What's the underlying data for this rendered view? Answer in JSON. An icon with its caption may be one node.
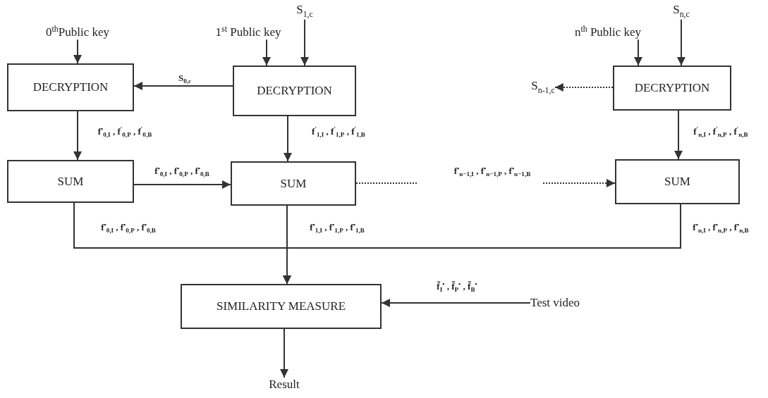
{
  "diagram": {
    "nodes": [
      {
        "text": [
          "0$^{th}$Public key"
        ]
      },
      {
        "text": [
          "1$^{st}$ Public key"
        ]
      },
      {
        "text": [
          "S$_{1,c}$"
        ]
      },
      {
        "text": [
          "n$^{th}$ Public key"
        ]
      },
      {
        "text": [
          "S$_{n,c}$"
        ]
      },
      {
        "text": [
          "DECRYPTION"
        ]
      },
      {
        "text": [
          "DECRYPTION"
        ]
      },
      {
        "text": [
          "S$_{n-1,c}$"
        ]
      },
      {
        "text": [
          "DECRYPTION"
        ]
      },
      {
        "text": [
          "SUM"
        ]
      },
      {
        "text": [
          "SUM"
        ]
      },
      {
        "text": [
          "SUM"
        ]
      },
      {
        "text": [
          "SIMILARITY MEASURE"
        ]
      },
      {
        "text": [
          "Test video"
        ]
      },
      {
        "text": [
          "Result"
        ]
      }
    ],
    "edges": [
      {
        "from": 0,
        "to": 5,
        "arrow": "to"
      },
      {
        "from": 1,
        "to": 6,
        "arrow": "to"
      },
      {
        "from": 2,
        "to": 6,
        "arrow": "to"
      },
      {
        "from": 3,
        "to": 8,
        "arrow": "to"
      },
      {
        "from": 4,
        "to": 8,
        "arrow": "to"
      },
      {
        "from": 6,
        "to": 5,
        "arrow": "to",
        "label": "S$_{0,c}$"
      },
      {
        "from": 8,
        "to": 7,
        "arrow": "to",
        "style": "dashed"
      },
      {
        "from": 5,
        "to": 9,
        "arrow": "to",
        "label": "f$^{•}$$_{0,I}$ , f$^{′}$$_{0,P}$ , f$^{′}$$_{0,B}$"
      },
      {
        "from": 6,
        "to": 10,
        "arrow": "to",
        "label": "f$^{′}$$_{1,I}$ , f$^{′}$$_{1,P}$ , f$^{′}$$_{1,B}$"
      },
      {
        "from": 8,
        "to": 11,
        "arrow": "to",
        "label": "f$^{′}$$_{n,I}$ , f$^{′}$$_{n,P}$ , f$^{′}$$_{n,B}$"
      },
      {
        "from": 9,
        "to": 10,
        "arrow": "to",
        "label": "f$^{•}$$_{0,I}$ , f$^{•}$$_{0,P}$ , f$^{•}$$_{0,B}$"
      },
      {
        "from": 10,
        "to": null,
        "arrow": "none",
        "style": "dashed"
      },
      {
        "from": null,
        "to": 11,
        "arrow": "to",
        "style": "dashed",
        "label": "f$^{•}$$_{n−1,I}$ , f$^{•}$$_{n−1,P}$ , f$^{•}$$_{n−1,B}$"
      },
      {
        "from": 9,
        "to": 12,
        "arrow": "to",
        "label": "f$^{•}$$_{0,I}$ , f$^{•}$$_{0,P}$ , f$^{•}$$_{0,B}$"
      },
      {
        "from": 10,
        "to": 12,
        "arrow": "to",
        "label": "f$^{•}$$_{1,I}$ , f$^{•}$$_{1,P}$ , f$^{•}$$_{1,B}$"
      },
      {
        "from": 11,
        "to": 12,
        "arrow": "to",
        "label": "f$^{•}$$_{n,I}$ , f$^{•}$$_{n,P}$ , f$^{•}$$_{n,B}$"
      },
      {
        "from": 13,
        "to": 12,
        "arrow": "to",
        "label": "f̃$_{I}$$^{•}$ , f̃$_{P}$$^{•}$ , f̃$_{B}$$^{•}$"
      },
      {
        "from": 12,
        "to": 14,
        "arrow": "to"
      }
    ]
  }
}
